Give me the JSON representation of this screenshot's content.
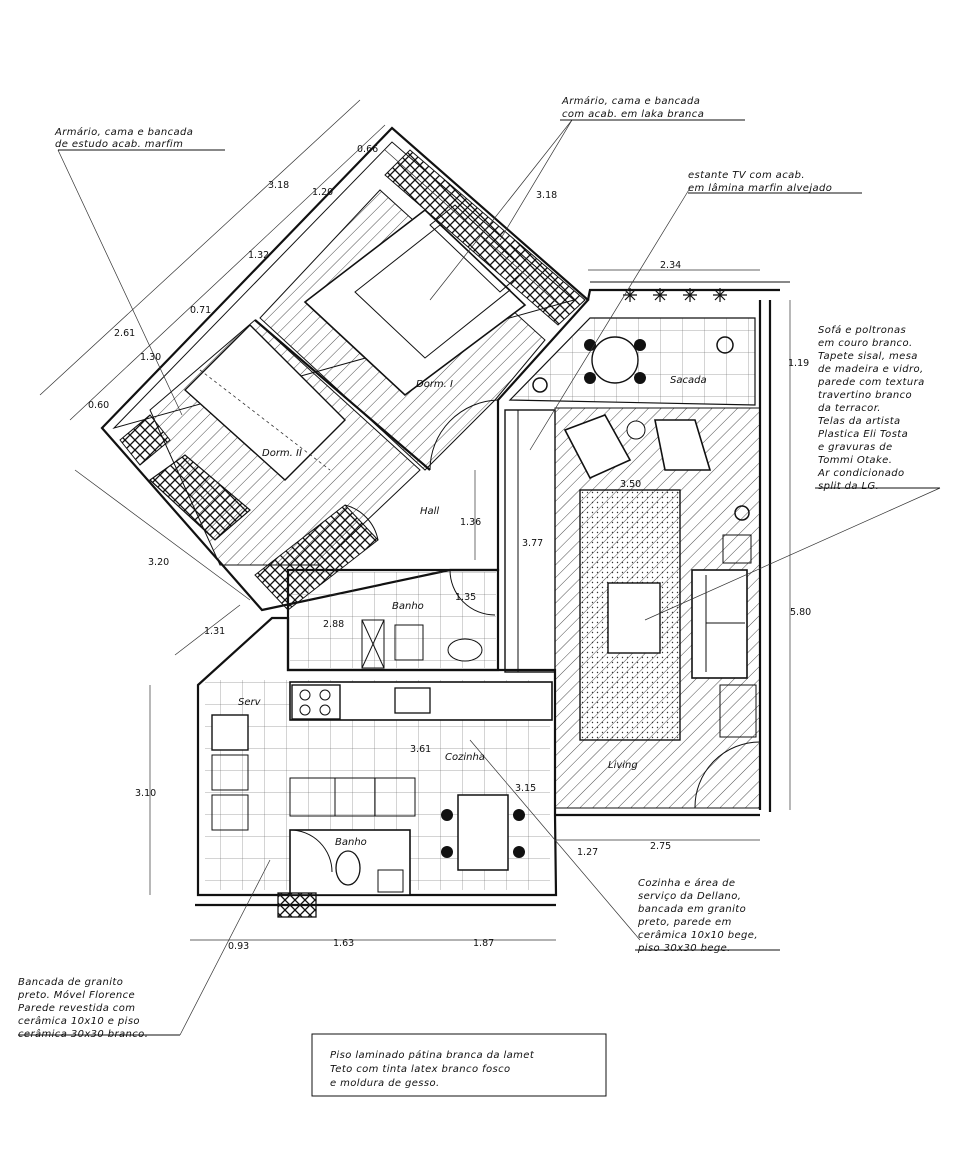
{
  "notes": {
    "armario_marfim": [
      "Armário, cama e bancada",
      "de estudo acab. marfim"
    ],
    "armario_laka": [
      "Armário, cama e bancada",
      "com acab. em laka branca"
    ],
    "estante_tv": [
      "estante TV com acab.",
      "em lâmina marfin alvejado"
    ],
    "sofa": [
      "Sofá e poltronas",
      "em couro branco.",
      "Tapete sisal, mesa",
      "de madeira e vidro,",
      "parede com textura",
      "travertino branco",
      "da terracor.",
      "Telas da artista",
      "Plastica Eli Tosta",
      "e gravuras de",
      "Tommi Otake.",
      "Ar condicionado",
      "split da LG."
    ],
    "cozinha": [
      "Cozinha e área de",
      "serviço da Dellano,",
      "bancada em granito",
      "preto, parede em",
      "cerâmica 10x10 bege,",
      "piso 30x30 bege."
    ],
    "bancada": [
      "Bancada de granito",
      "preto. Móvel Florence",
      "Parede revestida com",
      "cerâmica 10x10 e piso",
      "cerâmica 30x30 branco."
    ],
    "piso": [
      "Piso laminado pátina branca da lamet",
      "Teto com tinta latex branco fosco",
      "e moldura de gesso."
    ]
  },
  "rooms": {
    "dorm1": "Dorm. I",
    "dorm2": "Dorm. II",
    "hall": "Hall",
    "banho_top": "Banho",
    "sacada": "Sacada",
    "serv": "Serv",
    "cozinha": "Cozinha",
    "living": "Living",
    "banho_bottom": "Banho"
  },
  "dimensions": {
    "d066": "0.66",
    "d318_left": "3.18",
    "d120": "1.20",
    "d132": "1.32",
    "d071": "0.71",
    "d261": "2.61",
    "d130": "1.30",
    "d060": "0.60",
    "d318_right": "3.18",
    "d234": "2.34",
    "d119": "1.19",
    "d350": "3.50",
    "d377": "3.77",
    "d136": "1.36",
    "d135": "1.35",
    "d288": "2.88",
    "d320": "3.20",
    "d131": "1.31",
    "d580": "5.80",
    "d361": "3.61",
    "d315": "3.15",
    "d310": "3.10",
    "d275": "2.75",
    "d127": "1.27",
    "d093": "0.93",
    "d163": "1.63",
    "d187": "1.87"
  }
}
